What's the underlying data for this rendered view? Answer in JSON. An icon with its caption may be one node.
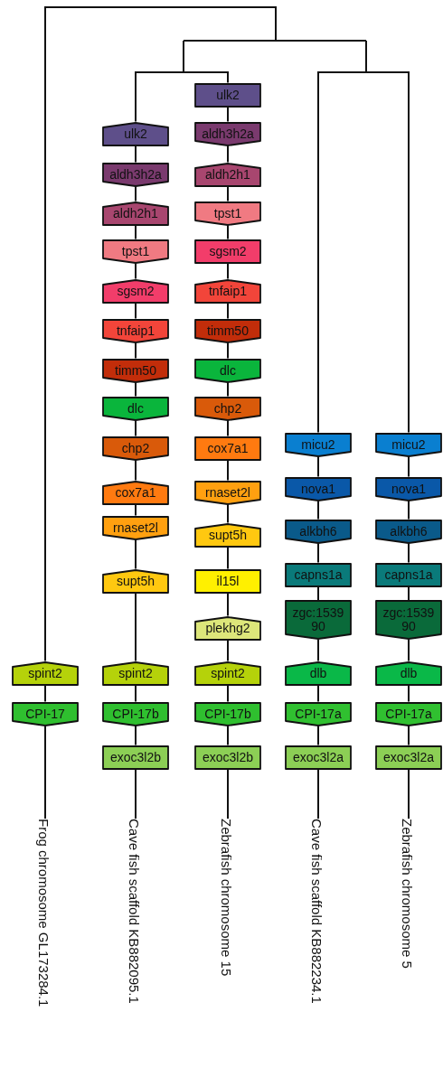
{
  "diagram": {
    "nodes": [
      {
        "text": [
          "spint2"
        ]
      },
      {
        "text": [
          "CPI-17"
        ]
      },
      {
        "text": [
          "Frog chromosome GL173284.1"
        ]
      },
      {
        "text": [
          "ulk2"
        ]
      },
      {
        "text": [
          "aldh3h2a"
        ]
      },
      {
        "text": [
          "aldh2h1"
        ]
      },
      {
        "text": [
          "tpst1"
        ]
      },
      {
        "text": [
          "sgsm2"
        ]
      },
      {
        "text": [
          "tnfaip1"
        ]
      },
      {
        "text": [
          "timm50"
        ]
      },
      {
        "text": [
          "dlc"
        ]
      },
      {
        "text": [
          "chp2"
        ]
      },
      {
        "text": [
          "cox7a1"
        ]
      },
      {
        "text": [
          "rnaset2l"
        ]
      },
      {
        "text": [
          "supt5h"
        ]
      },
      {
        "text": [
          "spint2"
        ]
      },
      {
        "text": [
          "CPI-17b"
        ]
      },
      {
        "text": [
          "exoc3l2b"
        ]
      },
      {
        "text": [
          "Cave fish scaffold KB882095.1"
        ]
      },
      {
        "text": [
          "ulk2"
        ]
      },
      {
        "text": [
          "aldh3h2a"
        ]
      },
      {
        "text": [
          "aldh2h1"
        ]
      },
      {
        "text": [
          "tpst1"
        ]
      },
      {
        "text": [
          "sgsm2"
        ]
      },
      {
        "text": [
          "tnfaip1"
        ]
      },
      {
        "text": [
          "timm50"
        ]
      },
      {
        "text": [
          "dlc"
        ]
      },
      {
        "text": [
          "chp2"
        ]
      },
      {
        "text": [
          "cox7a1"
        ]
      },
      {
        "text": [
          "rnaset2l"
        ]
      },
      {
        "text": [
          "supt5h"
        ]
      },
      {
        "text": [
          "il15l"
        ]
      },
      {
        "text": [
          "plekhg2"
        ]
      },
      {
        "text": [
          "spint2"
        ]
      },
      {
        "text": [
          "CPI-17b"
        ]
      },
      {
        "text": [
          "exoc3l2b"
        ]
      },
      {
        "text": [
          "Zebrafish chromosome 15"
        ]
      },
      {
        "text": [
          "micu2"
        ]
      },
      {
        "text": [
          "nova1"
        ]
      },
      {
        "text": [
          "alkbh6"
        ]
      },
      {
        "text": [
          "capns1a"
        ]
      },
      {
        "text": [
          "zgc:153990"
        ]
      },
      {
        "text": [
          "dlb"
        ]
      },
      {
        "text": [
          "CPI-17a"
        ]
      },
      {
        "text": [
          "exoc3l2a"
        ]
      },
      {
        "text": [
          "Cave fish scaffold KB882234.1"
        ]
      },
      {
        "text": [
          "micu2"
        ]
      },
      {
        "text": [
          "nova1"
        ]
      },
      {
        "text": [
          "alkbh6"
        ]
      },
      {
        "text": [
          "capns1a"
        ]
      },
      {
        "text": [
          "zgc:153990"
        ]
      },
      {
        "text": [
          "dlb"
        ]
      },
      {
        "text": [
          "CPI-17a"
        ]
      },
      {
        "text": [
          "exoc3l2a"
        ]
      },
      {
        "text": [
          "Zebrafish chromosome 5"
        ]
      }
    ],
    "edges": [
      {
        "from": 0,
        "to": 1,
        "arrow": "none"
      },
      {
        "from": 1,
        "to": 2,
        "arrow": "none"
      },
      {
        "from": 3,
        "to": 4,
        "arrow": "none"
      },
      {
        "from": 4,
        "to": 5,
        "arrow": "none"
      },
      {
        "from": 5,
        "to": 6,
        "arrow": "none"
      },
      {
        "from": 6,
        "to": 7,
        "arrow": "none"
      },
      {
        "from": 7,
        "to": 8,
        "arrow": "none"
      },
      {
        "from": 8,
        "to": 9,
        "arrow": "none"
      },
      {
        "from": 9,
        "to": 10,
        "arrow": "none"
      },
      {
        "from": 10,
        "to": 11,
        "arrow": "none"
      },
      {
        "from": 11,
        "to": 12,
        "arrow": "none"
      },
      {
        "from": 12,
        "to": 13,
        "arrow": "none"
      },
      {
        "from": 13,
        "to": 14,
        "arrow": "none"
      },
      {
        "from": 14,
        "to": 15,
        "arrow": "none"
      },
      {
        "from": 15,
        "to": 16,
        "arrow": "none"
      },
      {
        "from": 16,
        "to": 17,
        "arrow": "none"
      },
      {
        "from": 17,
        "to": 18,
        "arrow": "none"
      },
      {
        "from": 19,
        "to": 20,
        "arrow": "none"
      },
      {
        "from": 20,
        "to": 21,
        "arrow": "none"
      },
      {
        "from": 21,
        "to": 22,
        "arrow": "none"
      },
      {
        "from": 22,
        "to": 23,
        "arrow": "none"
      },
      {
        "from": 23,
        "to": 24,
        "arrow": "none"
      },
      {
        "from": 24,
        "to": 25,
        "arrow": "none"
      },
      {
        "from": 25,
        "to": 26,
        "arrow": "none"
      },
      {
        "from": 26,
        "to": 27,
        "arrow": "none"
      },
      {
        "from": 27,
        "to": 28,
        "arrow": "none"
      },
      {
        "from": 28,
        "to": 29,
        "arrow": "none"
      },
      {
        "from": 29,
        "to": 30,
        "arrow": "none"
      },
      {
        "from": 30,
        "to": 31,
        "arrow": "none"
      },
      {
        "from": 31,
        "to": 32,
        "arrow": "none"
      },
      {
        "from": 32,
        "to": 33,
        "arrow": "none"
      },
      {
        "from": 33,
        "to": 34,
        "arrow": "none"
      },
      {
        "from": 34,
        "to": 35,
        "arrow": "none"
      },
      {
        "from": 35,
        "to": 36,
        "arrow": "none"
      },
      {
        "from": 37,
        "to": 38,
        "arrow": "none"
      },
      {
        "from": 38,
        "to": 39,
        "arrow": "none"
      },
      {
        "from": 39,
        "to": 40,
        "arrow": "none"
      },
      {
        "from": 40,
        "to": 41,
        "arrow": "none"
      },
      {
        "from": 41,
        "to": 42,
        "arrow": "none"
      },
      {
        "from": 42,
        "to": 43,
        "arrow": "none"
      },
      {
        "from": 43,
        "to": 44,
        "arrow": "none"
      },
      {
        "from": 44,
        "to": 45,
        "arrow": "none"
      },
      {
        "from": 46,
        "to": 47,
        "arrow": "none"
      },
      {
        "from": 47,
        "to": 48,
        "arrow": "none"
      },
      {
        "from": 48,
        "to": 49,
        "arrow": "none"
      },
      {
        "from": 49,
        "to": 50,
        "arrow": "none"
      },
      {
        "from": 50,
        "to": 51,
        "arrow": "none"
      },
      {
        "from": 51,
        "to": 52,
        "arrow": "none"
      },
      {
        "from": 52,
        "to": 53,
        "arrow": "none"
      },
      {
        "from": 53,
        "to": 54,
        "arrow": "none"
      }
    ]
  }
}
